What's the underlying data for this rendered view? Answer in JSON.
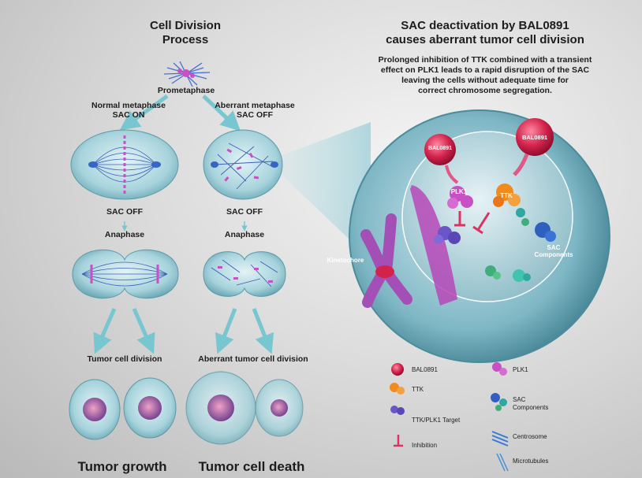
{
  "left_title": [
    "Cell Division",
    "Process"
  ],
  "prometaphase": "Prometaphase",
  "normal_branch": {
    "line1": "Normal metaphase",
    "line2": "SAC ON"
  },
  "aberrant_branch": {
    "line1": "Aberrant metaphase",
    "line2": "SAC OFF"
  },
  "sac_off_left": "SAC OFF",
  "sac_off_right": "SAC OFF",
  "anaphase_left": "Anaphase",
  "anaphase_right": "Anaphase",
  "outcome_left": "Tumor cell division",
  "outcome_right": "Aberrant tumor cell division",
  "result_left": "Tumor growth",
  "result_right": "Tumor cell death",
  "right_title": [
    "SAC deactivation by BAL0891",
    "causes aberrant tumor cell division"
  ],
  "right_desc": [
    "Prolonged inhibition of TTK combined with a transient",
    "effect on PLK1 leads to a rapid disruption of the SAC",
    "leaving the cells without adequate time for",
    "correct chromosome segregation."
  ],
  "zoom_labels": {
    "bal_left": "BAL0891",
    "bal_right": "BAL0891",
    "plk1": "PLK1",
    "ttk": "TTK",
    "sac": [
      "SAC",
      "Components"
    ],
    "kinetochore": "Kinetochore"
  },
  "legend": [
    {
      "label": "BAL0891",
      "icon": "bal0891-sphere-icon"
    },
    {
      "label": "PLK1",
      "icon": "plk1-protein-icon"
    },
    {
      "label": "TTK",
      "icon": "ttk-protein-icon"
    },
    {
      "label": "SAC Components",
      "icon": "sac-components-icon"
    },
    {
      "label": "TTK/PLK1 Target",
      "icon": "ttk-plk1-target-icon"
    },
    {
      "label": "Centrosome",
      "icon": "centrosome-icon"
    },
    {
      "label": "Inhibition",
      "icon": "inhibition-icon"
    },
    {
      "label": "Microtubules",
      "icon": "microtubules-icon"
    }
  ],
  "colors": {
    "bal0891": "#d3234b",
    "plk1": "#c84fc4",
    "ttk": "#f28a1e",
    "sac_blue": "#2f5fbf",
    "sac_green": "#3fae7a",
    "target": "#6a55c9",
    "inhibition": "#d8345f",
    "cell": "#9ccbd6",
    "arrow": "#78c6cf"
  }
}
